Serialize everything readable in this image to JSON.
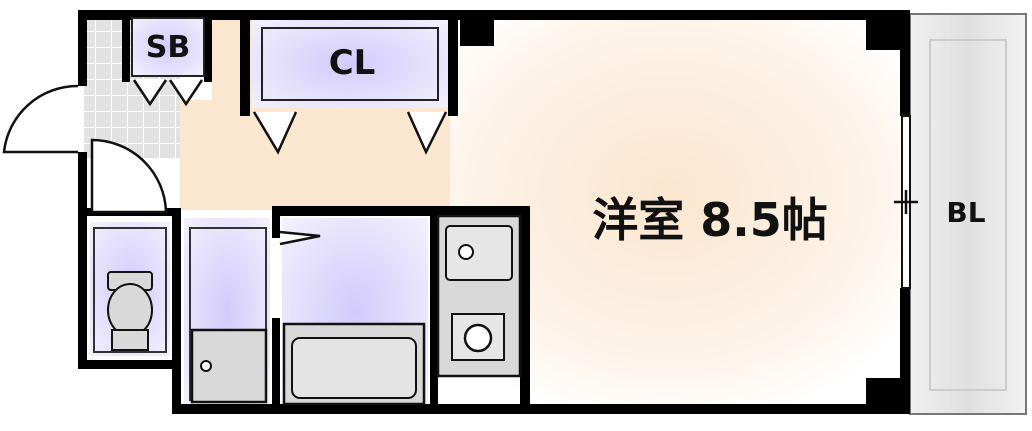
{
  "rooms": {
    "shoe_box": "SB",
    "closet": "CL",
    "main_room": "洋室 8.5帖",
    "balcony": "BL"
  },
  "colors": {
    "wall": "#000000",
    "floor_beige": "#fbe7d0",
    "fixture_lavender": "#d9d2fb",
    "fixture_gray": "#d9d9d9",
    "tile_gray": "#e4e4e4",
    "balcony_gray": "#e6e6e6"
  }
}
